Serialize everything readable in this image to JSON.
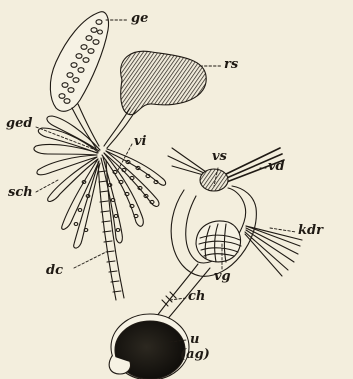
{
  "labels": {
    "ge": "ge",
    "rs": "rs",
    "ged": "ged",
    "vi": "vi",
    "sch": "sch",
    "vs": "vs",
    "vd": "vd",
    "kdr": "kdr",
    "vg": "vg",
    "dc": "dc",
    "ch": "ch",
    "u": "u",
    "ag": "(ag)"
  },
  "colors": {
    "ink": "#1f1a14",
    "paper": "#f3eedd"
  }
}
